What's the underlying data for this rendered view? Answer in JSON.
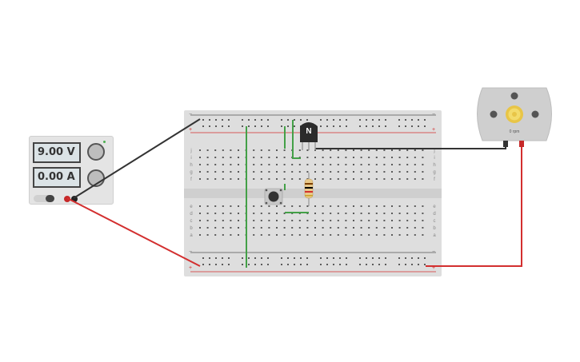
{
  "power_supply": {
    "voltage_display": "9.00 V",
    "current_display": "0.00 A"
  },
  "transistor": {
    "label": "N"
  },
  "motor": {
    "speed_label": "0 rpm"
  },
  "breadboard": {
    "row_letters_top": [
      "j",
      "i",
      "h",
      "g",
      "f"
    ],
    "row_letters_bottom": [
      "e",
      "d",
      "c",
      "b",
      "a"
    ],
    "rail_minus": "−",
    "rail_plus": "+"
  },
  "wire_colors": {
    "black": "#333333",
    "red": "#d32f2f",
    "green": "#43a047"
  }
}
